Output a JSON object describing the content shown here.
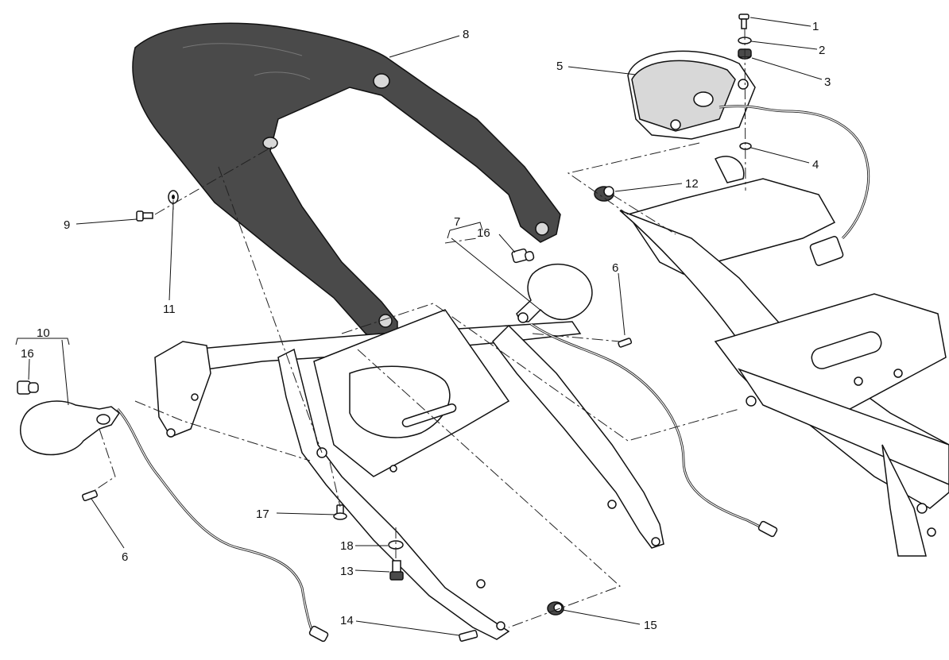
{
  "callouts": [
    {
      "id": "1",
      "text": "1"
    },
    {
      "id": "2",
      "text": "2"
    },
    {
      "id": "3",
      "text": "3"
    },
    {
      "id": "4",
      "text": "4"
    },
    {
      "id": "5",
      "text": "5"
    },
    {
      "id": "6a",
      "text": "6"
    },
    {
      "id": "6b",
      "text": "6"
    },
    {
      "id": "7",
      "text": "7"
    },
    {
      "id": "8",
      "text": "8"
    },
    {
      "id": "9",
      "text": "9"
    },
    {
      "id": "10",
      "text": "10"
    },
    {
      "id": "11",
      "text": "11"
    },
    {
      "id": "12",
      "text": "12"
    },
    {
      "id": "13",
      "text": "13"
    },
    {
      "id": "14",
      "text": "14"
    },
    {
      "id": "15",
      "text": "15"
    },
    {
      "id": "16a",
      "text": "16"
    },
    {
      "id": "16b",
      "text": "16"
    },
    {
      "id": "17",
      "text": "17"
    },
    {
      "id": "18",
      "text": "18"
    }
  ]
}
